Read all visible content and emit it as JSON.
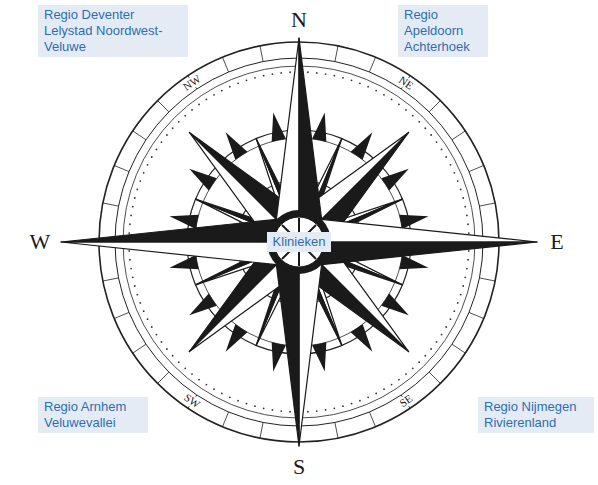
{
  "diagram": {
    "nodes": [
      {
        "text": [
          "Regio Deventer Lelystad Noordwest-Veluwe"
        ]
      },
      {
        "text": [
          "Regio Apeldoorn Achterhoek"
        ]
      },
      {
        "text": [
          "Klinieken"
        ]
      },
      {
        "text": [
          "Regio Arnhem Veluwevallei"
        ]
      },
      {
        "text": [
          "Regio Nijmegen Rivierenland"
        ]
      }
    ],
    "labels": [
      "N",
      "NW",
      "NE",
      "W",
      "E",
      "SW",
      "SE",
      "S"
    ]
  }
}
